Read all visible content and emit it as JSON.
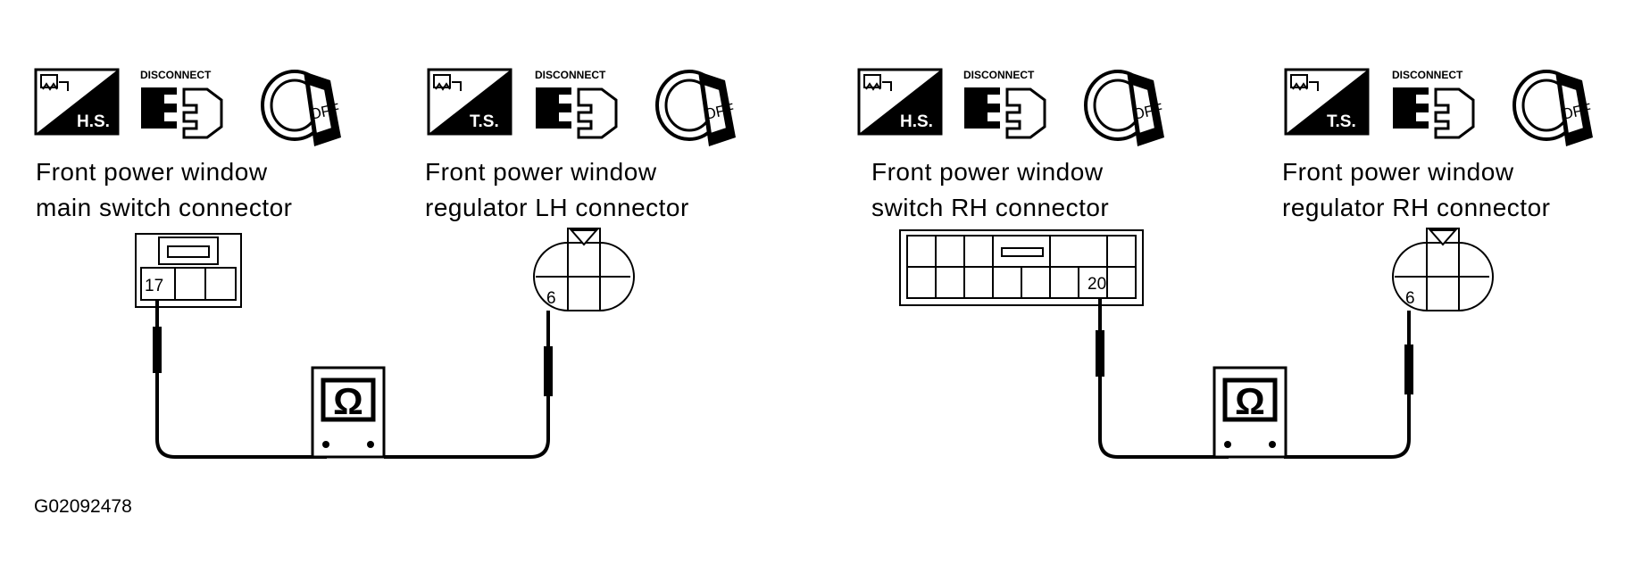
{
  "figure_id": "G02092478",
  "tool_icons": {
    "harness_side_badge": "H.S.",
    "terminal_side_badge": "T.S.",
    "disconnect_label": "DISCONNECT",
    "ignition_label": "OFF"
  },
  "meter_symbol": "Ω",
  "panels": [
    {
      "side_badge": "H.S.",
      "conn_a_label": [
        "Front power window",
        "main switch connector"
      ],
      "conn_a_pin": "17",
      "conn_b_label": [
        "Front power window",
        "regulator LH connector"
      ],
      "conn_b_pin": "6"
    },
    {
      "side_badge": "H.S.",
      "conn_a_label": [
        "Front power window",
        "switch RH connector"
      ],
      "conn_a_pin": "20",
      "conn_b_label": [
        "Front power window",
        "regulator RH connector"
      ],
      "conn_b_pin": "6"
    }
  ],
  "icon_names": [
    "harness-side-icon",
    "terminal-side-icon",
    "disconnect-icon",
    "ignition-key-off-icon",
    "ohmmeter-icon"
  ]
}
